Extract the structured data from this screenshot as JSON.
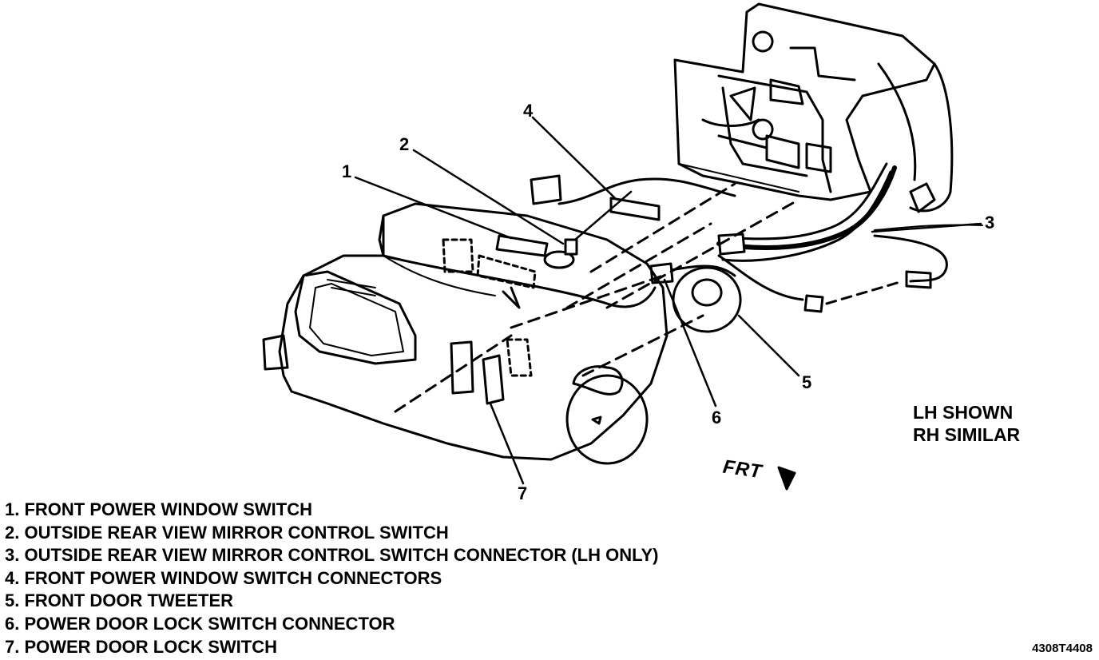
{
  "callouts": [
    {
      "number": "1"
    },
    {
      "number": "2"
    },
    {
      "number": "3"
    },
    {
      "number": "4"
    },
    {
      "number": "5"
    },
    {
      "number": "6"
    },
    {
      "number": "7"
    }
  ],
  "note": {
    "line1": "LH SHOWN",
    "line2": "RH SIMILAR"
  },
  "direction_label": "FRT",
  "legend": [
    "1. FRONT POWER WINDOW SWITCH",
    "2. OUTSIDE REAR VIEW MIRROR CONTROL SWITCH",
    "3. OUTSIDE REAR VIEW MIRROR CONTROL SWITCH CONNECTOR (LH ONLY)",
    "4. FRONT POWER WINDOW SWITCH CONNECTORS",
    "5. FRONT DOOR TWEETER",
    "6. POWER DOOR LOCK SWITCH CONNECTOR",
    "7. POWER DOOR LOCK SWITCH"
  ],
  "figure_code": "4308T4408"
}
